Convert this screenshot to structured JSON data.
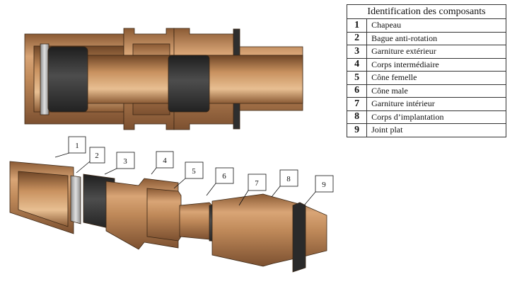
{
  "legend": {
    "title": "Identification des composants",
    "items": [
      {
        "number": "1",
        "name": "Chapeau"
      },
      {
        "number": "2",
        "name": "Bague anti-rotation"
      },
      {
        "number": "3",
        "name": "Garniture extérieur"
      },
      {
        "number": "4",
        "name": "Corps intermédiaire"
      },
      {
        "number": "5",
        "name": "Cône femelle"
      },
      {
        "number": "6",
        "name": "Cône male"
      },
      {
        "number": "7",
        "name": "Garniture intérieur"
      },
      {
        "number": "8",
        "name": "Corps d’implantation"
      },
      {
        "number": "9",
        "name": "Joint plat"
      }
    ]
  },
  "callouts": [
    "1",
    "2",
    "3",
    "4",
    "5",
    "6",
    "7",
    "8",
    "9"
  ],
  "colors": {
    "bronze": "#c08a5a",
    "bronze_dark": "#7c5030",
    "bronze_light": "#e3b88c",
    "rubber": "#3a3a3a",
    "ring": "#b8b8b8"
  }
}
